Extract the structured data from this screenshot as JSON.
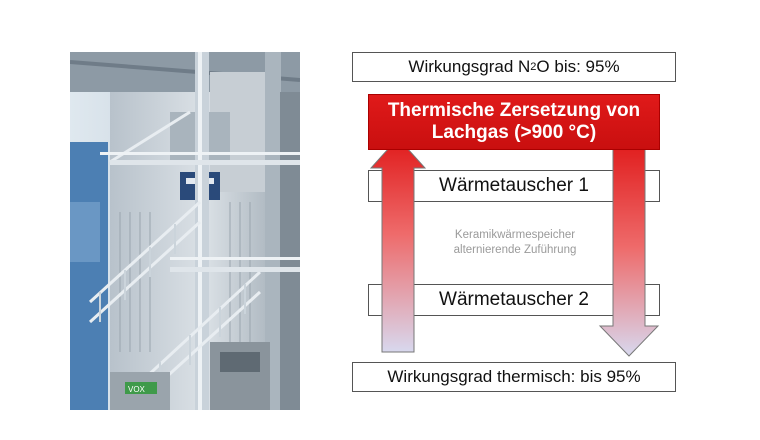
{
  "photo": {
    "sign_text": "VOX"
  },
  "diagram": {
    "top_box": {
      "prefix": "Wirkungsgrad N",
      "subscript": "2",
      "suffix": "O bis: 95%"
    },
    "red_box": {
      "line1": "Thermische Zersetzung von",
      "line2": "Lachgas (>900 °C)"
    },
    "heat_exchanger_1": "Wärmetauscher 1",
    "heat_exchanger_2": "Wärmetauscher 2",
    "middle_text": {
      "line1": "Keramikwärmespeicher",
      "line2": "alternierende Zuführung"
    },
    "bottom_box": "Wirkungsgrad thermisch: bis 95%"
  },
  "colors": {
    "red": "#d71717",
    "arrow_light": "#d8d8ee"
  }
}
